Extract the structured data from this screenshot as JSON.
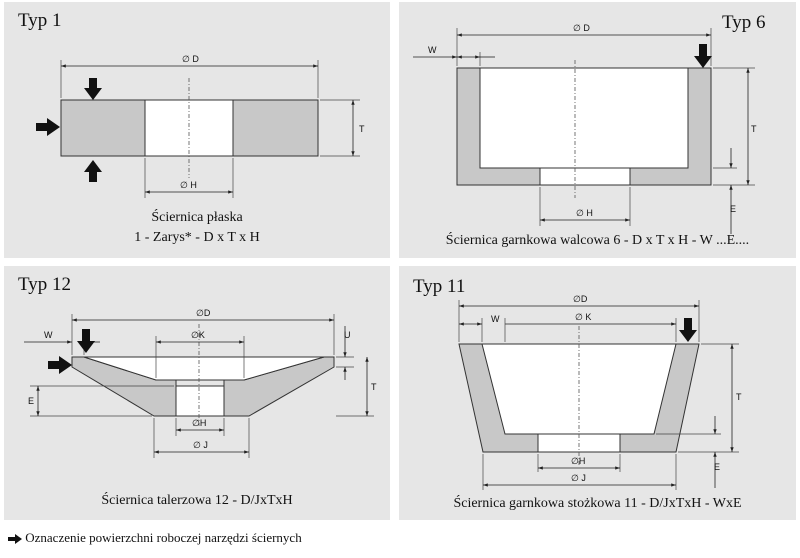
{
  "panels": [
    {
      "title": "Typ 1",
      "caption_line1": "Ściernica płaska",
      "caption_line2": "1 - Zarys* - D x T x H",
      "dims": {
        "d": "∅ D",
        "t": "T",
        "h": "∅ H"
      }
    },
    {
      "title": "Typ 6",
      "caption_line1": "Ściernica garnkowa walcowa 6 - D x T x H - W ...E....",
      "dims": {
        "d": "∅ D",
        "w": "W",
        "t": "T",
        "h": "∅ H",
        "e": "E"
      }
    },
    {
      "title": "Typ 12",
      "caption_line1": "Ściernica talerzowa 12 - D/JxTxH",
      "dims": {
        "d": "∅D",
        "k": "∅K",
        "w": "W",
        "u": "U",
        "t": "T",
        "e": "E",
        "h": "∅H",
        "j": "∅ J"
      }
    },
    {
      "title": "Typ 11",
      "caption_line1": "Ściernica garnkowa stożkowa 11 - D/JxTxH - WxE",
      "dims": {
        "d": "∅D",
        "k": "∅ K",
        "w": "W",
        "t": "T",
        "e": "E",
        "h": "∅H",
        "j": "∅ J"
      }
    }
  ],
  "legend": {
    "arrow_icon": "black-arrow-icon",
    "text": "Oznaczenie powierzchni roboczej narzędzi ściernych"
  },
  "colors": {
    "panel_bg": "#e6e6e6",
    "section_fill": "#c8c8c8",
    "outline": "#333333"
  }
}
